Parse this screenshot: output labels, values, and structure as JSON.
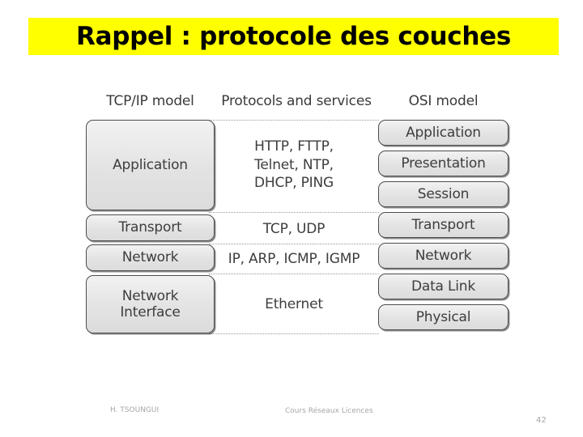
{
  "slide": {
    "title": "Rappel : protocole des couches",
    "title_background": "#ffff00",
    "page_number": "42"
  },
  "diagram": {
    "headers": {
      "left": "TCP/IP model",
      "middle": "Protocols and services",
      "right": "OSI model"
    },
    "tcpip_layers": [
      {
        "name": "application",
        "label": "Application"
      },
      {
        "name": "transport",
        "label": "Transport"
      },
      {
        "name": "network",
        "label": "Network"
      },
      {
        "name": "network-interface",
        "label": "Network\nInterface"
      }
    ],
    "protocols": [
      {
        "name": "application",
        "label": "HTTP, FTTP,\nTelnet, NTP,\nDHCP, PING"
      },
      {
        "name": "transport",
        "label": "TCP, UDP"
      },
      {
        "name": "network",
        "label": "IP, ARP, ICMP, IGMP"
      },
      {
        "name": "link",
        "label": "Ethernet"
      }
    ],
    "osi_layers": [
      {
        "name": "application",
        "label": "Application"
      },
      {
        "name": "presentation",
        "label": "Presentation"
      },
      {
        "name": "session",
        "label": "Session"
      },
      {
        "name": "transport",
        "label": "Transport"
      },
      {
        "name": "network",
        "label": "Network"
      },
      {
        "name": "datalink",
        "label": "Data Link"
      },
      {
        "name": "physical",
        "label": "Physical"
      }
    ],
    "box_fill": "#e3e3e3",
    "box_border": "#4d4d4d"
  },
  "footer": {
    "author": "H. TSOUNGUI",
    "course": "Cours Réseaux Licences",
    "page": "42"
  }
}
